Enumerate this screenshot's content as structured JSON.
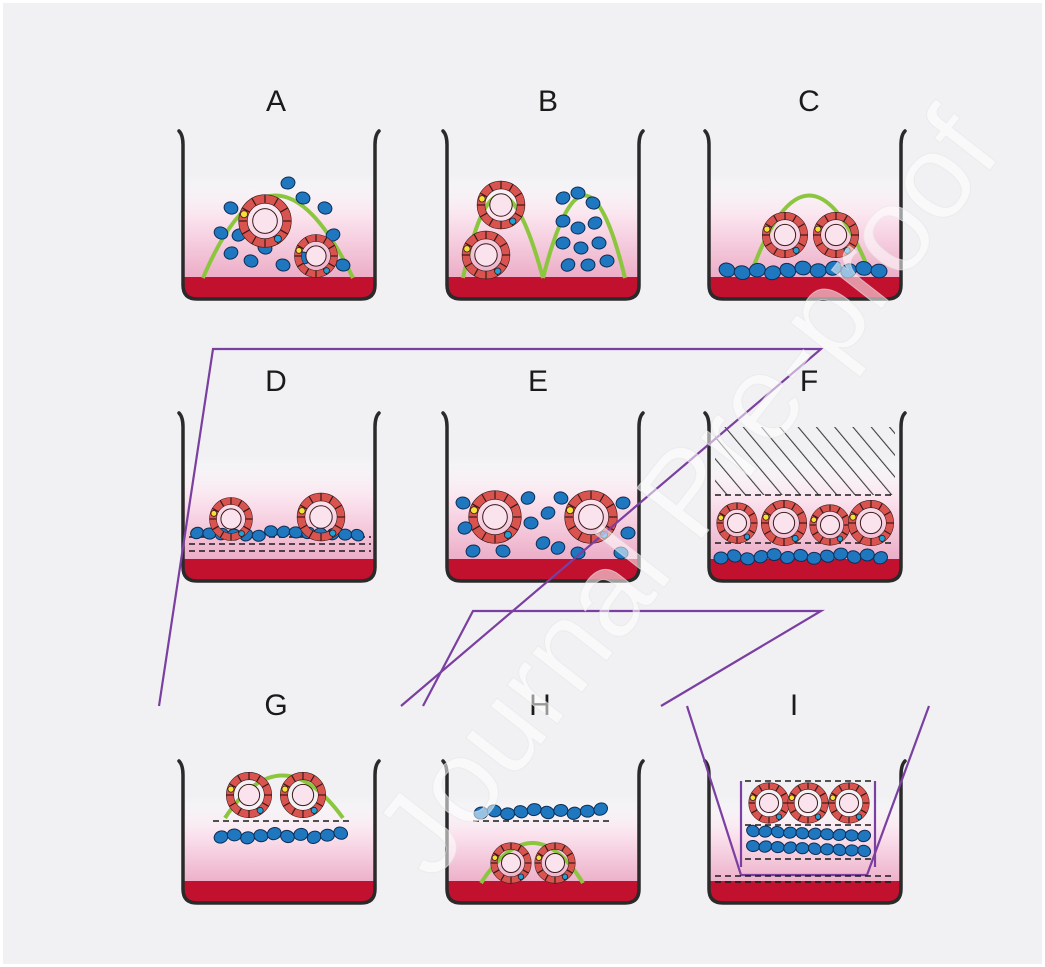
{
  "panels": [
    {
      "id": "A",
      "label": "A"
    },
    {
      "id": "B",
      "label": "B"
    },
    {
      "id": "C",
      "label": "C"
    },
    {
      "id": "D",
      "label": "D"
    },
    {
      "id": "E",
      "label": "E"
    },
    {
      "id": "F",
      "label": "F"
    },
    {
      "id": "G",
      "label": "G"
    },
    {
      "id": "H",
      "label": "H"
    },
    {
      "id": "I",
      "label": "I"
    }
  ],
  "watermark": "Journal Pre-proof",
  "colors": {
    "background": "#f1f1f4",
    "well_outline": "#2a2a2a",
    "medium_top": "#ffffff",
    "medium_bottom": "#e79aba",
    "base_layer": "#c2102f",
    "dome": "#8cc63f",
    "organoid_cell": "#d9534f",
    "organoid_accent": "#1fa0d8",
    "organoid_marker": "#f4e136",
    "stromal_cell": "#1e77bf",
    "insert_line": "#7a3fa0",
    "dashed_line": "#1a1a1a"
  }
}
